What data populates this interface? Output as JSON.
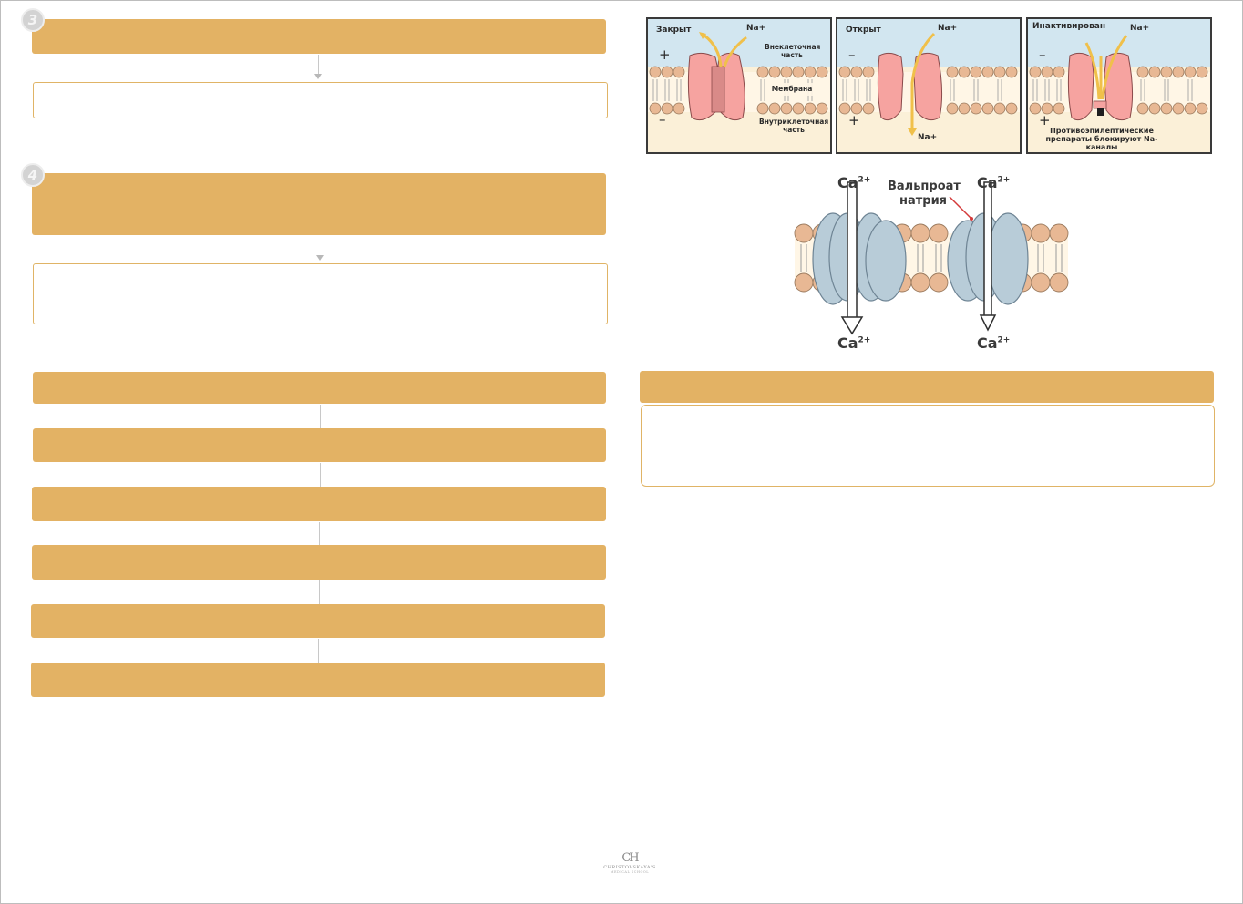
{
  "steps": {
    "step3": "3",
    "step4": "4"
  },
  "na_channel": {
    "panels": [
      {
        "state": "Закрыт",
        "ion_top": "Na+",
        "sign_top": "+",
        "sign_bottom": "–",
        "labels": {
          "extracellular": "Внеклеточная часть",
          "membrane": "Мембрана",
          "intracellular": "Внутриклеточная часть"
        }
      },
      {
        "state": "Открыт",
        "ion_top": "Na+",
        "ion_bottom": "Na+",
        "sign_top": "–",
        "sign_bottom": "+"
      },
      {
        "state": "Инактивирован",
        "ion_top": "Na+",
        "sign_top": "–",
        "sign_bottom": "+",
        "note": "Противоэпилептические препараты блокируют Na-каналы"
      }
    ]
  },
  "ca_channel": {
    "ion_base": "Ca",
    "ion_charge": "2+",
    "drug_label": "Вальпроат натрия"
  },
  "logo": {
    "monogram": "CH",
    "line1": "CHRISTOVSKAYA'S",
    "line2": "MEDICAL SCHOOL"
  },
  "colors": {
    "box_fill": "#e3b264",
    "box_border": "#e0b466",
    "connector": "#c8c8c8",
    "badge": "#d3d3d3"
  }
}
